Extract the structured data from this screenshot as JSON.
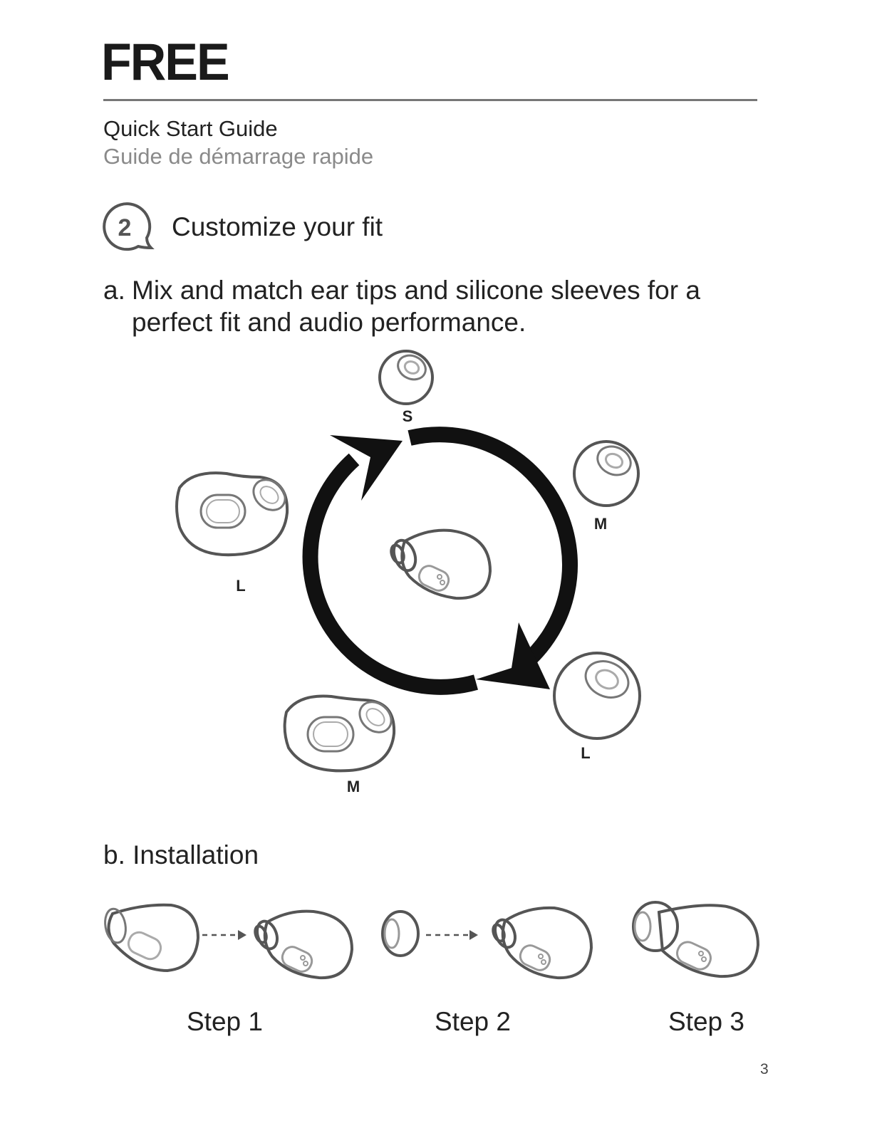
{
  "header": {
    "brand": "FREE",
    "guide_title": "Quick Start Guide",
    "guide_title_fr": "Guide de démarrage rapide"
  },
  "section": {
    "number": "2",
    "title": "Customize your fit"
  },
  "step_a": {
    "label": "a.",
    "text_line1": "Mix and match ear tips and silicone sleeves for a",
    "text_line2": "perfect fit and audio performance."
  },
  "diagram": {
    "tip_small_label": "S",
    "tip_medium_label": "M",
    "tip_large_label": "L",
    "sleeve_large_label": "L",
    "sleeve_medium_label": "M"
  },
  "step_b": {
    "label": "b. Installation",
    "steps": [
      "Step 1",
      "Step 2",
      "Step 3"
    ]
  },
  "footer": {
    "page_number": "3"
  }
}
